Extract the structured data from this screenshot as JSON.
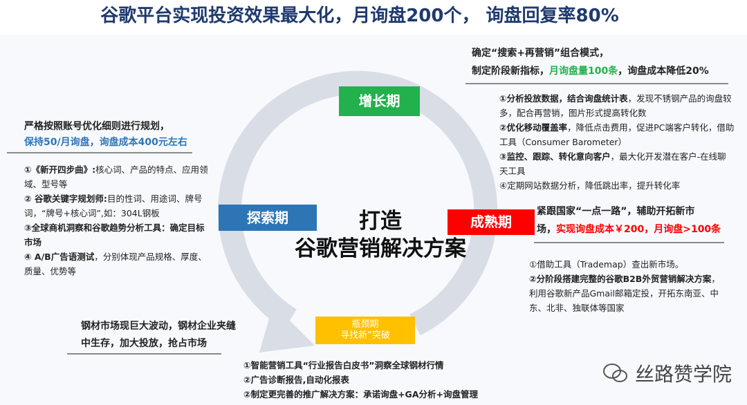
{
  "title": "谷歌平台实现投资效果最大化，月询盘200个， 询盘回复率80%",
  "center": {
    "line1": "打造",
    "line2": "谷歌营销解决方案"
  },
  "stages": {
    "growth": "增长期",
    "explore": "探索期",
    "mature": "成熟期",
    "bottleneck_1": "瓶颈期",
    "bottleneck_2": "寻找新“突破"
  },
  "colors": {
    "growth": "#22b14c",
    "explore": "#2e75b6",
    "mature": "#ff0000",
    "bottleneck": "#ffc000",
    "ring": "#d9dde6"
  },
  "growth_panel": {
    "head1": "确定“搜索+再营销”组合模式，",
    "head2a": "制定阶段新指标，",
    "head2b": "月询盘量100条",
    "head2c": "，询盘成本降低20%",
    "items": [
      {
        "b": "①分析投放数据，结合询盘统计表",
        "t": "，发现不锈钢产品的询盘较多，配合再营销，图片形式提高转化数"
      },
      {
        "b": "②优化移动覆盖率",
        "t": "，降低点击费用，促进PC端客户转化，借助工具（Consumer Barometer）"
      },
      {
        "b": "③监控、跟踪、转化意向客户",
        "t": "，最大化开发潜在客户-在线聊天工具"
      },
      {
        "b": "",
        "t": "④定期网站数据分析，降低跳出率，提升转化率"
      }
    ]
  },
  "explore_panel": {
    "head1": "严格按照账号优化细则进行规划，",
    "head2": "保持50/月询盘，询盘成本400元左右",
    "items": [
      {
        "b": "①《新开四步曲》:",
        "t": "核心词、产品的特点、应用领域、型号等"
      },
      {
        "b": "② 谷歌关键字规划师:",
        "t": "目的性词、用途词、牌号词，“牌号+核心词”,如：304L钢板"
      },
      {
        "b": "③全球商机洞察和谷歌趋势分析工具：确定目标市场",
        "t": ""
      },
      {
        "b": "④ A/B广告语测试",
        "t": "，分别体现产品规格、厚度、质量、优势等"
      }
    ]
  },
  "mature_panel": {
    "head1": "紧跟国家“一点一路”，辅助开拓新市",
    "head2a": "场，",
    "head2b": "实现询盘成本￥200，月询盘>100条",
    "items": [
      {
        "b": "",
        "t": "①借助工具（Trademap）查出新市场。"
      },
      {
        "b": "②分阶段搭建完整的谷歌B2B外贸营销解决方案",
        "t": "，利用谷歌新产品Gmail邮箱定投，开拓东南亚、中东、北非、独联体等国家"
      }
    ]
  },
  "bottleneck_panel": {
    "head1": "钢材市场现巨大波动，钢材企业夹缝",
    "head2": "中生存，加大投放，抢占市场",
    "items": [
      "①智能营销工具“行业报告白皮书”洞察全球钢材行情",
      "②广告诊断报告,自动化报表",
      "②制定更完善的推广解决方案：承诺询盘+GA分析+询盘管理"
    ]
  },
  "watermark": "丝路赞学院"
}
